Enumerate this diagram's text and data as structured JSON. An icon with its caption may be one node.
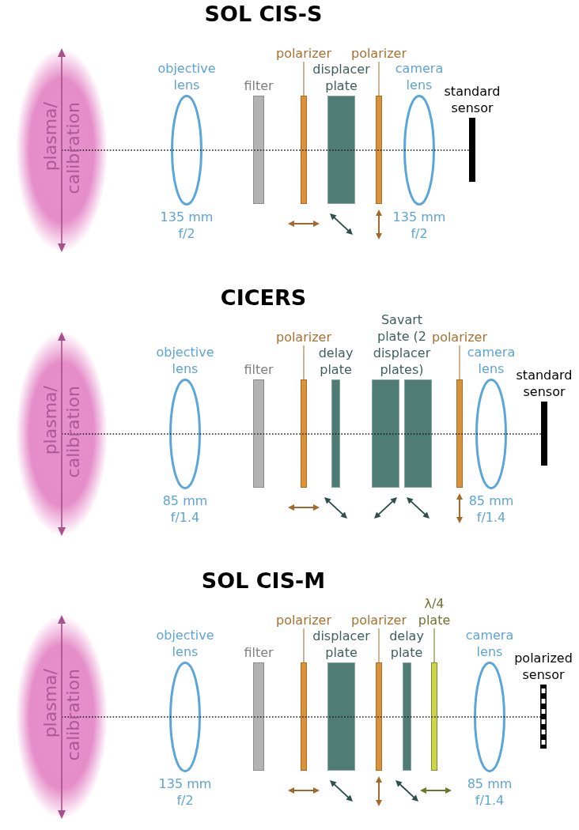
{
  "diagram": {
    "nodes": [
      {
        "text": [
          "plasma/ calibration"
        ]
      },
      {
        "text": [
          "objective lens"
        ],
        "beside": [
          "135 mm f/2"
        ]
      },
      {
        "text": [
          "filter"
        ]
      },
      {
        "text": [
          "polarizer"
        ]
      },
      {
        "text": [],
        "shape": "bar"
      },
      {
        "text": [
          "displacer plate"
        ]
      },
      {
        "text": [
          "polarizer"
        ]
      },
      {
        "text": [],
        "shape": "bar"
      },
      {
        "text": [
          "camera lens"
        ],
        "beside": [
          "135 mm f/2"
        ]
      },
      {
        "text": [
          "standard sensor"
        ]
      },
      {
        "text": [
          "plasma/ calibration"
        ]
      },
      {
        "text": [
          "objective lens"
        ],
        "beside": [
          "85 mm f/1.4"
        ]
      },
      {
        "text": [
          "filter"
        ]
      },
      {
        "text": [
          "polarizer"
        ]
      },
      {
        "text": [],
        "shape": "bar"
      },
      {
        "text": [
          "delay plate"
        ]
      },
      {
        "text": [
          "Savart plate (2 displacer plates)"
        ]
      },
      {
        "text": [],
        "shape": "box",
        "in": 16
      },
      {
        "text": [],
        "shape": "box",
        "in": 16
      },
      {
        "text": [
          "polarizer"
        ]
      },
      {
        "text": [],
        "shape": "bar"
      },
      {
        "text": [
          "camera lens"
        ],
        "beside": [
          "85 mm f/1.4"
        ]
      },
      {
        "text": [
          "standard sensor"
        ]
      },
      {
        "text": [
          "plasma/ calibration"
        ]
      },
      {
        "text": [
          "objective lens"
        ],
        "beside": [
          "135 mm f/2"
        ]
      },
      {
        "text": [
          "filter"
        ]
      },
      {
        "text": [
          "polarizer"
        ]
      },
      {
        "text": [],
        "shape": "bar"
      },
      {
        "text": [
          "displacer plate"
        ]
      },
      {
        "text": [
          "polarizer"
        ]
      },
      {
        "text": [],
        "shape": "bar"
      },
      {
        "text": [
          "delay plate"
        ]
      },
      {
        "text": [
          "λ/4 plate"
        ]
      },
      {
        "text": [],
        "shape": "bar"
      },
      {
        "text": [
          "camera lens"
        ],
        "beside": [
          "85 mm f/1.4"
        ]
      },
      {
        "text": [
          "polarized sensor"
        ]
      }
    ],
    "edges": [
      {
        "from": 3,
        "to": 4,
        "arrow": "none"
      },
      {
        "from": 6,
        "to": 7,
        "arrow": "none"
      },
      {
        "from": 13,
        "to": 14,
        "arrow": "none"
      },
      {
        "from": 19,
        "to": 20,
        "arrow": "none"
      },
      {
        "from": 26,
        "to": 27,
        "arrow": "none"
      },
      {
        "from": 29,
        "to": 30,
        "arrow": "none"
      },
      {
        "from": 32,
        "to": 33,
        "arrow": "none",
        "color": "#8c8a4c"
      }
    ],
    "labels": [
      "SOL CIS-S",
      "CICERS",
      "SOL CIS-M"
    ]
  }
}
